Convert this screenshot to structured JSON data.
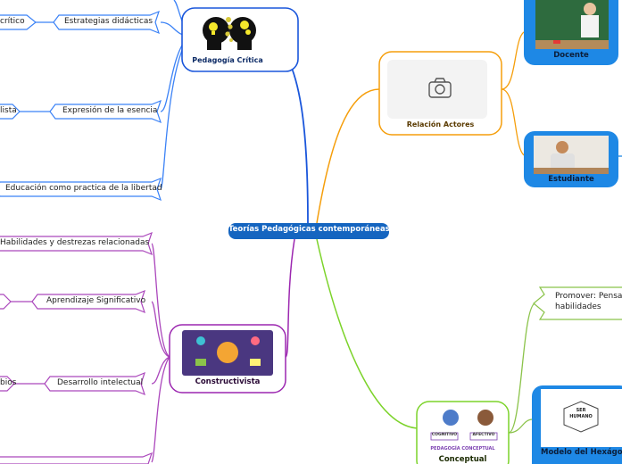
{
  "central": {
    "title": "Teorías Pedagógicas contemporáneas"
  },
  "nodes": {
    "pedagogia_critica": {
      "label": "Pedagogía Crítica"
    },
    "relacion_actores": {
      "label": "Relación Actores"
    },
    "docente": {
      "label": "Docente"
    },
    "estudiante": {
      "label": "Estudiante"
    },
    "constructivista": {
      "label": "Constructivista"
    },
    "conceptual": {
      "label": "Conceptual"
    },
    "modelo_hexagonal": {
      "label": "Modelo del Hexágon"
    }
  },
  "leaves": {
    "critico": "crítico",
    "estrategias": "Estrategias didácticas",
    "lista": "lista",
    "expresion": "Expresión de la esencia",
    "educacion": "Educación como practica de la libertad",
    "habilidades": "Habilidades y destrezas relacionadas",
    "aprendizaje": "Aprendizaje Significativo",
    "bios": "bios",
    "desarrollo": "Desarrollo intelectual",
    "promover_1": "Promover: Pensam",
    "promover_2": "habilidades"
  },
  "image_text": {
    "cognitivo": "COGNITIVO",
    "afectivo": "AFECTIVO",
    "pedagogia_conceptual": "PEDAGOGÍA CONCEPTUAL",
    "ser_humano_1": "SER",
    "ser_humano_2": "HUMANO"
  },
  "colors": {
    "central": "#1565c0",
    "pedagogia_branch": "#1a56db",
    "relacion_branch": "#f59e0b",
    "constructivista_branch": "#9c27b0",
    "conceptual_branch": "#7cd32a",
    "docente_card": "#1e88e5"
  },
  "icons": [
    "camera-icon",
    "lightbulb-heads-icon"
  ]
}
